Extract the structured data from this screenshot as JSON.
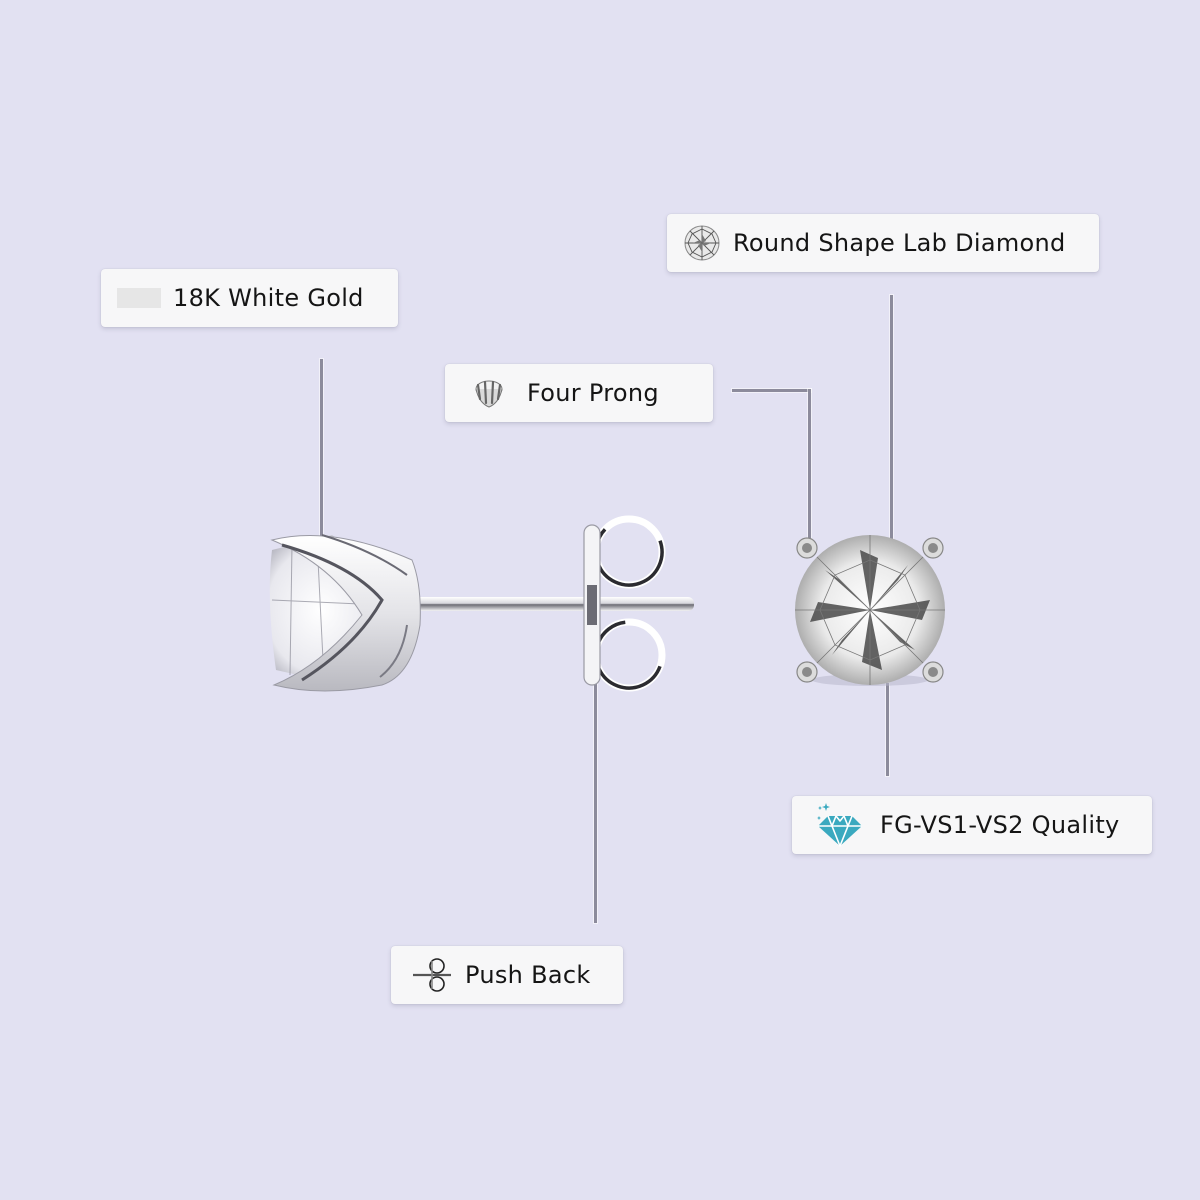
{
  "background_color": "#e2e1f2",
  "labels": {
    "metal": {
      "text": "18K White Gold",
      "icon": "metal-swatch-icon",
      "swatch_color": "#e6e6e6"
    },
    "shape": {
      "text": "Round Shape Lab Diamond",
      "icon": "round-diamond-icon"
    },
    "setting": {
      "text": "Four Prong",
      "icon": "four-prong-setting-icon"
    },
    "quality": {
      "text": "FG-VS1-VS2 Quality",
      "icon": "sparkling-gem-icon",
      "icon_color": "#3aa9bf"
    },
    "backing": {
      "text": "Push Back",
      "icon": "push-back-icon"
    }
  },
  "product": {
    "views": [
      "side-view-stud",
      "push-back-butterfly",
      "top-view-stud"
    ]
  }
}
